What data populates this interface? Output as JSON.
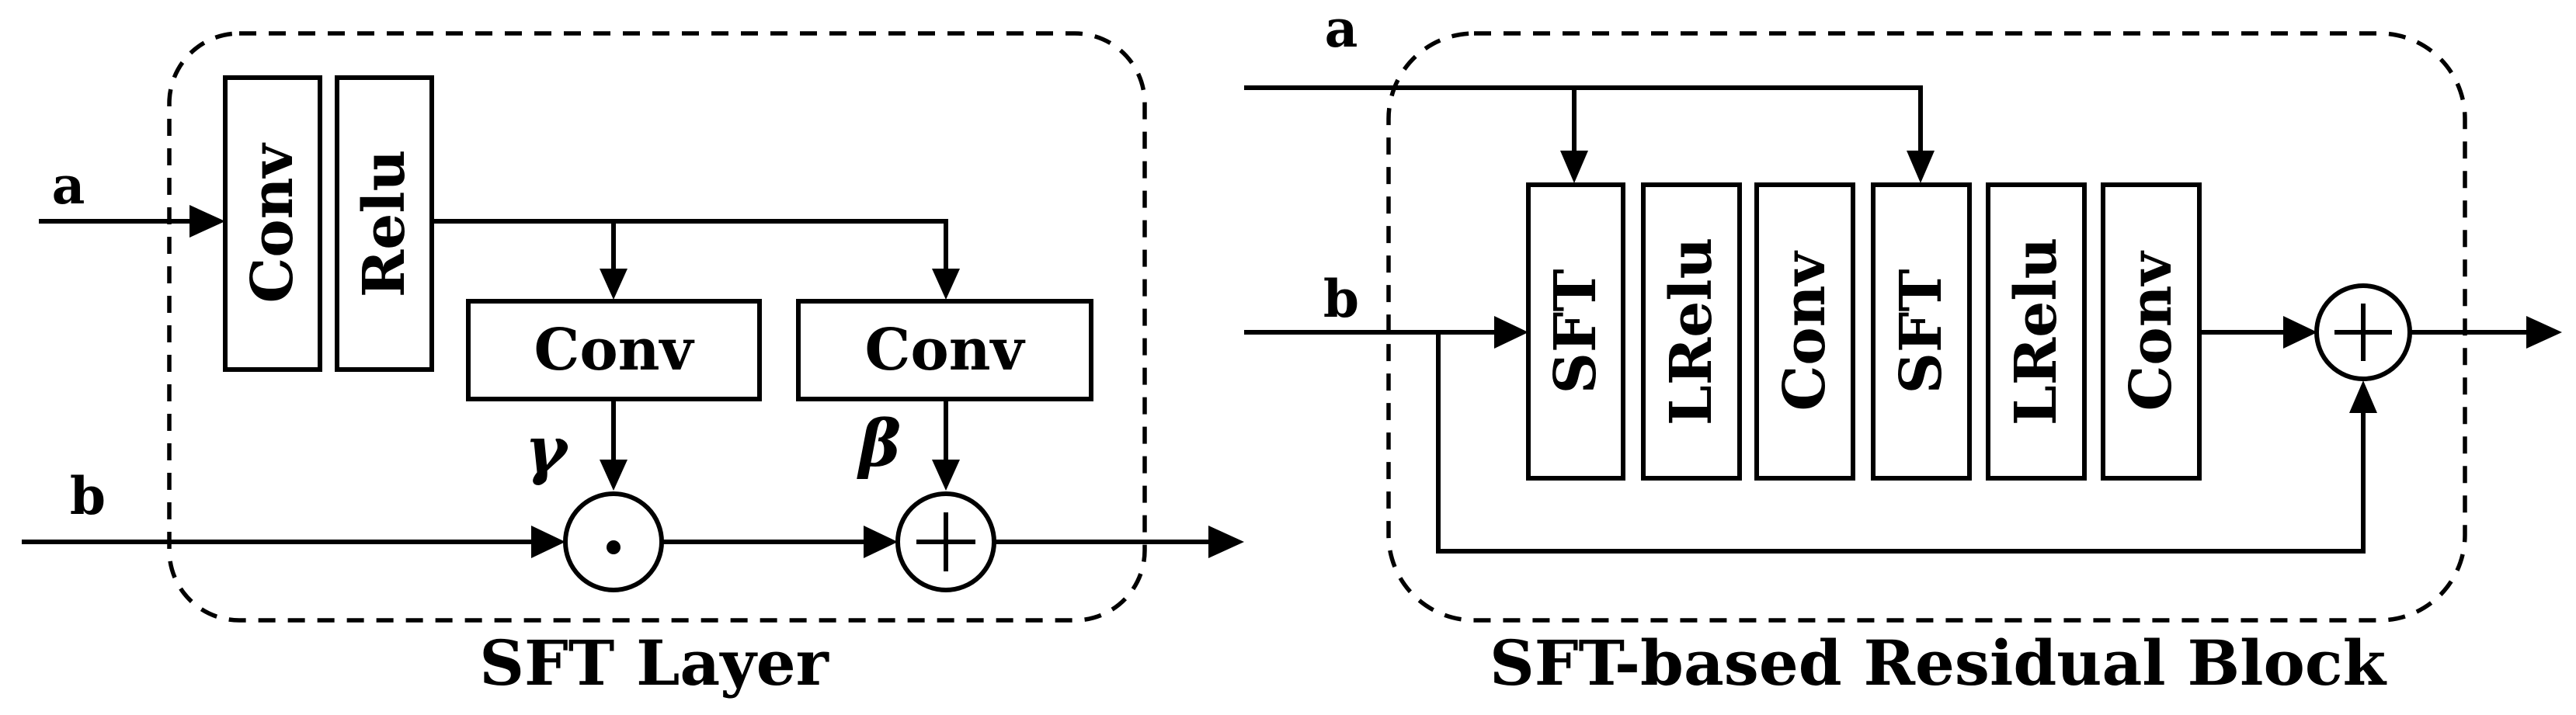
{
  "diagrams": {
    "sft_layer": {
      "caption": "SFT Layer",
      "input_a": "a",
      "input_b": "b",
      "vertical_blocks": [
        "Conv",
        "Relu"
      ],
      "gamma_branch_label": "Conv",
      "beta_branch_label": "Conv",
      "gamma_symbol": "γ",
      "beta_symbol": "β",
      "multiply_symbol": "⊙",
      "add_symbol": "⊕"
    },
    "sft_residual_block": {
      "caption": "SFT-based Residual Block",
      "input_a": "a",
      "input_b": "b",
      "blocks": [
        "SFT",
        "LRelu",
        "Conv",
        "SFT",
        "LRelu",
        "Conv"
      ],
      "add_symbol": "⊕"
    }
  }
}
